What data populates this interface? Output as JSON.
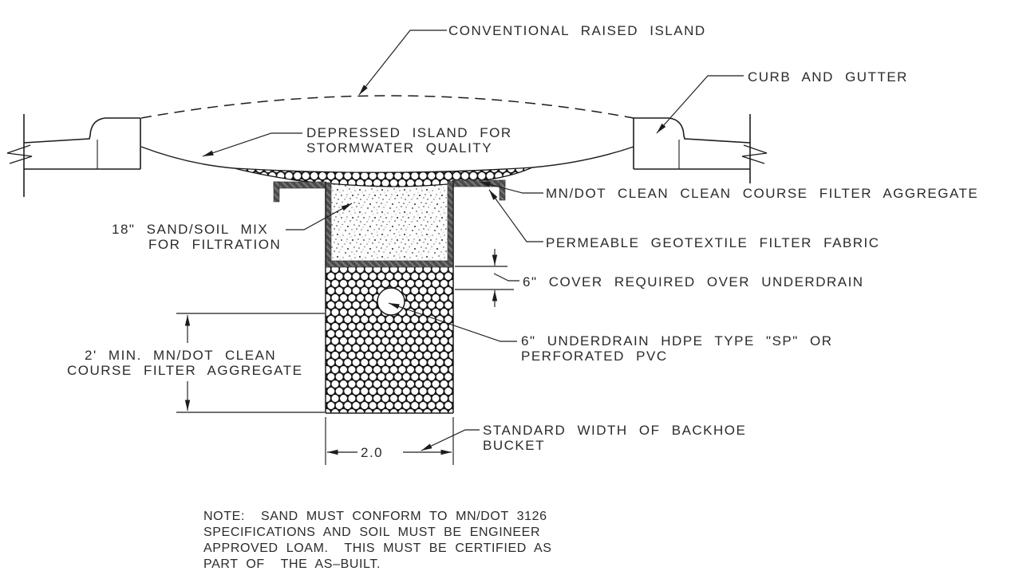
{
  "drawing": {
    "type": "engineering-detail-cross-section",
    "callouts": {
      "conventional_raised_island": "CONVENTIONAL RAISED ISLAND",
      "curb_and_gutter": "CURB AND GUTTER",
      "depressed_island_line1": "DEPRESSED ISLAND FOR",
      "depressed_island_line2": "STORMWATER QUALITY",
      "filter_aggregate_surface": "MN/DOT CLEAN CLEAN COURSE FILTER AGGREGATE",
      "geotextile_fabric": "PERMEABLE GEOTEXTILE FILTER FABRIC",
      "sand_soil_line1": "18\" SAND/SOIL MIX",
      "sand_soil_line2": "FOR FILTRATION",
      "cover_required": "6\" COVER REQUIRED OVER UNDERDRAIN",
      "underdrain_line1": "6\" UNDERDRAIN HDPE TYPE \"SP\" OR",
      "underdrain_line2": "PERFORATED PVC",
      "aggregate_depth_line1": "2' MIN. MN/DOT CLEAN",
      "aggregate_depth_line2": "COURSE FILTER AGGREGATE",
      "trench_width": "2.0",
      "backhoe_line1": "STANDARD WIDTH OF BACKHOE",
      "backhoe_line2": "BUCKET"
    },
    "note_lines": [
      "NOTE:  SAND MUST CONFORM TO MN/DOT 3126",
      "SPECIFICATIONS AND SOIL MUST BE ENGINEER",
      "APPROVED LOAM.  THIS MUST BE CERTIFIED AS",
      "PART OF  THE AS–BUILT."
    ],
    "colors": {
      "ink": "#1c1c1c",
      "paper": "#ffffff",
      "fabric": "#4a4a4a"
    }
  }
}
